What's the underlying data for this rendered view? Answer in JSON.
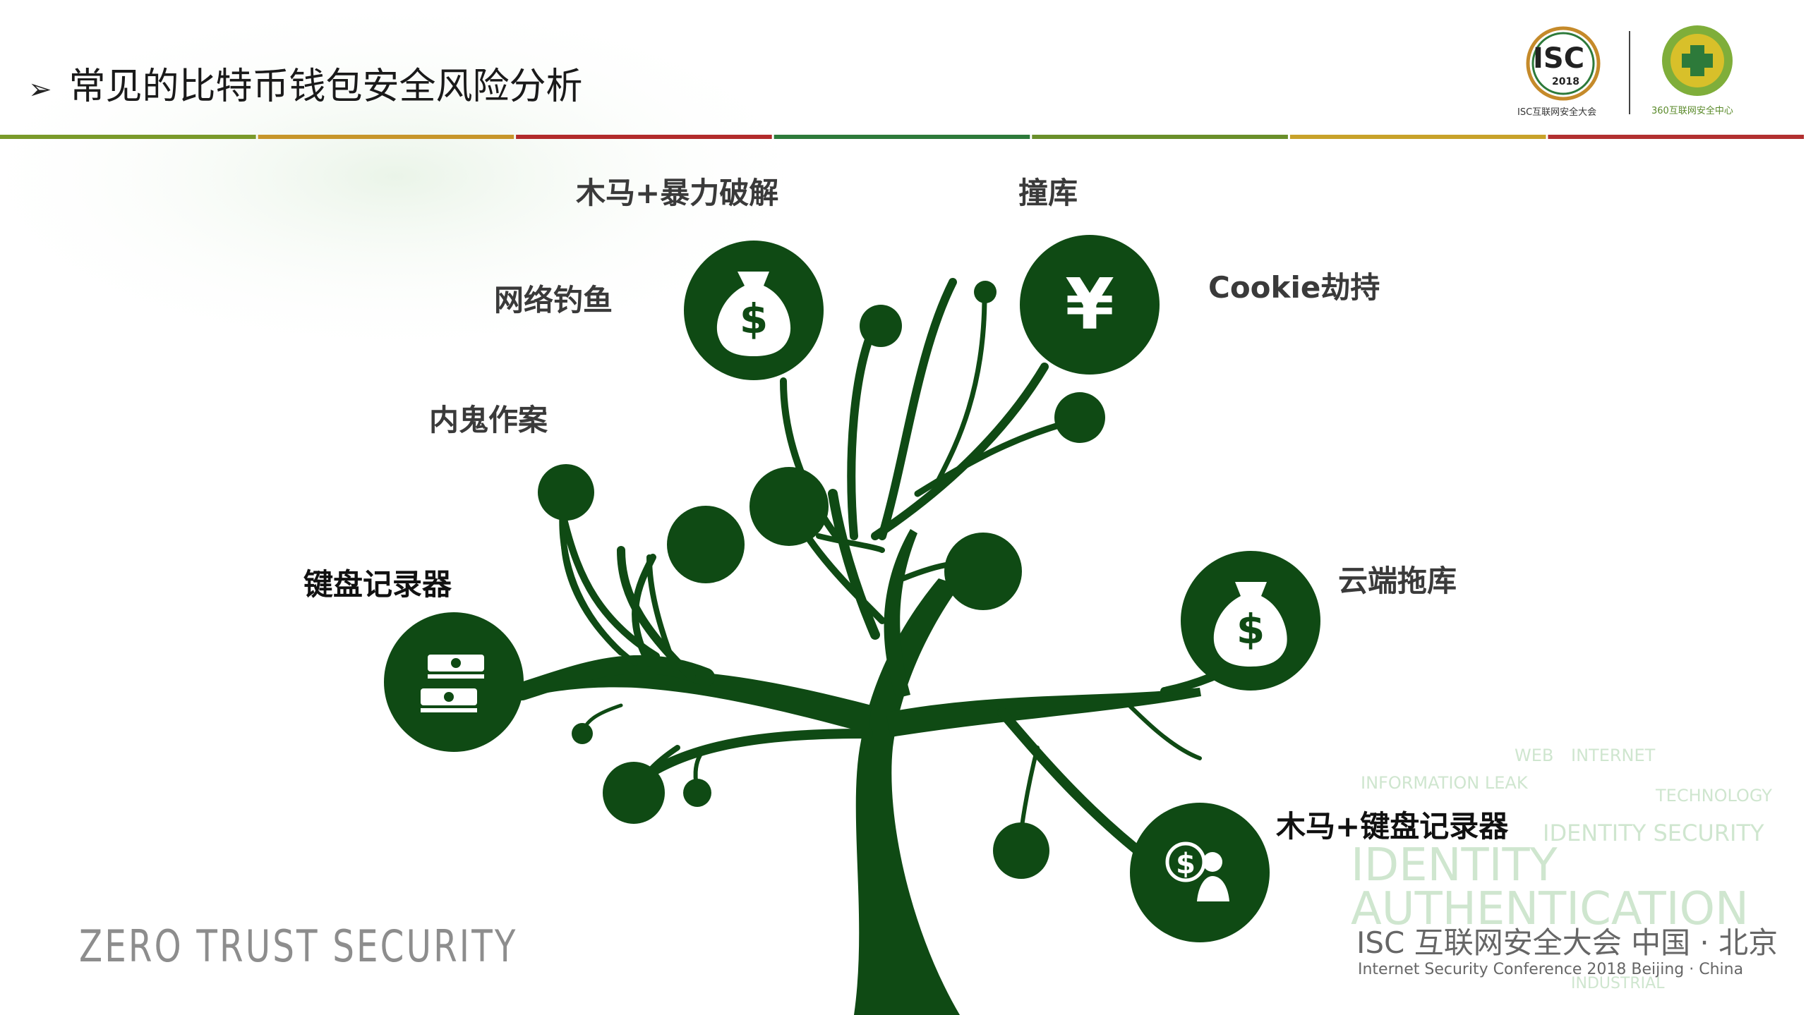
{
  "title": "常见的比特币钱包安全风险分析",
  "bullet": "➢",
  "labels": {
    "trojan_bruteforce": "木马+暴力破解",
    "credential_stuffing": "撞库",
    "phishing": "网络钓鱼",
    "cookie_hijack": "Cookie劫持",
    "insider": "内鬼作案",
    "keylogger": "键盘记录器",
    "cloud_dump": "云端拖库",
    "trojan_keylogger": "木马+键盘记录器"
  },
  "footer": {
    "left": "ZERO TRUST SECURITY",
    "isc_cn": "ISC 互联网安全大会 中国 · 北京",
    "isc_en": "Internet Security Conference 2018  Beijing · China"
  },
  "logos": {
    "isc_text": "ISC",
    "isc_year": "2018",
    "isc_caption": "ISC互联网安全大会",
    "center_caption": "360互联网安全中心"
  },
  "watermark_words": {
    "web": "WEB",
    "internet": "INTERNET",
    "info_leak": "INFORMATION LEAK",
    "technology": "TECHNOLOGY",
    "identity_security": "IDENTITY SECURITY",
    "identity": "IDENTITY",
    "authentication": "AUTHENTICATION",
    "industrial": "INDUSTRIAL"
  },
  "icons": {
    "top_left_bubble": "money-bag-icon",
    "top_right_bubble": "yen-icon",
    "left_bubble": "cash-stack-icon",
    "right_bubble": "money-bag-icon",
    "bottom_right_bubble": "dollar-person-icon"
  },
  "colors": {
    "tree_green": "#0f4a14",
    "title_text": "#1a1a1a",
    "label_text": "#3a3a3a"
  },
  "divider_colors": [
    "#7a9a2a",
    "#c7962a",
    "#b22b2b",
    "#2d7a3a",
    "#6a8f2a",
    "#c8a22a",
    "#b23030"
  ]
}
